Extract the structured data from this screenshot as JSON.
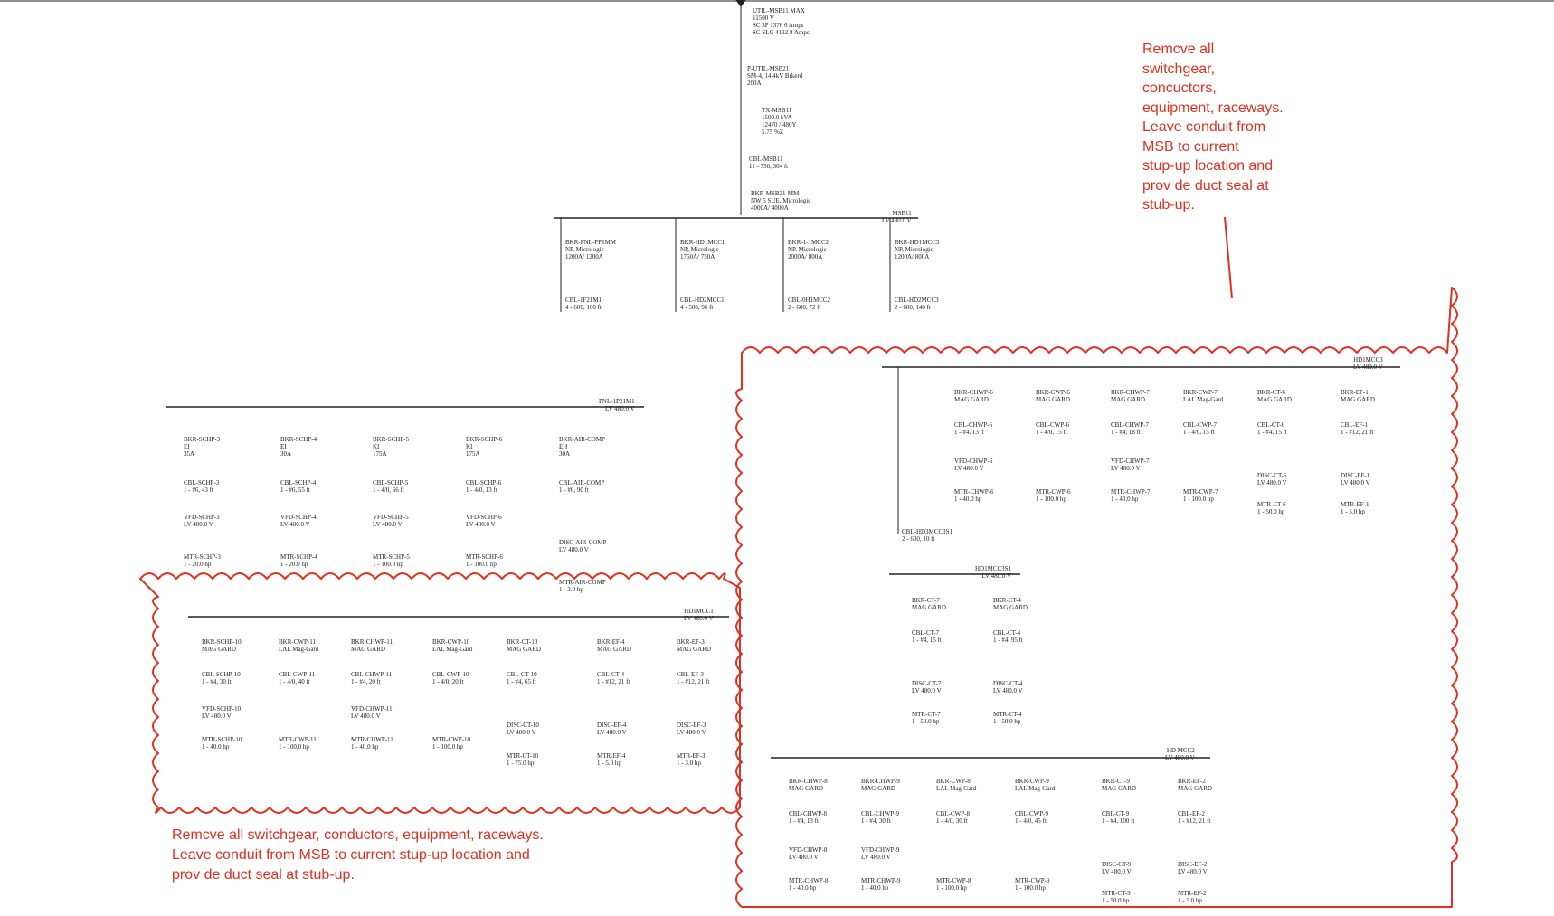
{
  "annotations": {
    "right_note": "Remcve all\nswitchgear,\nconcuctors,\nequipment, raceways.\nLeave conduit from\nMSB to current\nstup-up location and\nprov de duct seal at\nstub-up.",
    "bottom_note": "Remcve all switchgear, conductors, equipment, raceways.\nLeave conduit from MSB to current stup-up location and\nprov de duct seal at stub-up."
  },
  "colors": {
    "markup": "#e03020",
    "drawing": "#222222"
  },
  "top_feed": [
    "UTIL-MSB11 MAX\n11500 V\nSC 3P 1376 6 Amps\nSC SLG 4132 8 Amps",
    "P-UTIL-MSB21\nSM-4, 14.4kV Brkerd\n200A",
    "TX-MSB11\n1500.0 kVA\n12470 / 480Y\n5.75 %Z",
    "CBL-MSB11\n11 - 750, 304 ft",
    "BKR-MSB21-MM\nNW 5 SUE, Micrologic\n4000A/ 4000A"
  ],
  "main_bus": "MSB11\nLV 480.0 V",
  "main_feeders": [
    {
      "breaker": "BKR-FNL-PP1MM\nNP, Micrologic\n1200A/ 1200A",
      "cable": "CBL-1F21M1\n4 - 600, 160 ft"
    },
    {
      "breaker": "BKR-HD1MCC1\nNP, Micrologic\n1750A/ 750A",
      "cable": "CBL-HD2MCC1\n4 - 500, 96 ft"
    },
    {
      "breaker": "BKR-1-1MCC2\nNP, Micrologic\n2000A/ 800A",
      "cable": "CBL-0H1MCC2\n2 - 600, 72 ft"
    },
    {
      "breaker": "BKR-HD1MCC3\nNP, Micrologic\n1200A/ 800A",
      "cable": "CBL-HD2MCC3\n2 - 600, 140 ft"
    }
  ],
  "left_bus": "PNL-1P21M1\nLV 480.0 V",
  "left_loads": [
    {
      "breaker": "BKR-SCHP-3\nEI\n35A",
      "cable": "CBL-SCHP-3\n1 - #6, 43 ft",
      "vfd": "VFD-SCHP-3\nLV 480.0 V",
      "motor": "MTR-SCHP-3\n1 - 20.0 hp"
    },
    {
      "breaker": "BKR-SCHP-4\nEI\n30A",
      "cable": "CBL-SCHP-4\n1 - #6, 55 ft",
      "vfd": "VFD-SCHP-4\nLV 480.0 V",
      "motor": "MTR-SCHP-4\n1 - 20.0 hp"
    },
    {
      "breaker": "BKR-SCHP-5\nKI\n175A",
      "cable": "CBL-SCHP-5\n1 - 4/0, 66 ft",
      "vfd": "VFD-SCHP-5\nLV 480.0 V",
      "motor": "MTR-SCHP-5\n1 - 100.0 hp"
    },
    {
      "breaker": "BKR-SCHP-6\nKI\n175A",
      "cable": "CBL-SCHP-6\n1 - 4/0, 13 ft",
      "vfd": "VFD-SCHP-6\nLV 480.0 V",
      "motor": "MTR-SCHP-6\n1 - 100.0 hp"
    },
    {
      "breaker": "BKR-AIR-COMP\nEH\n30A",
      "cable": "CBL-AIR-COMP\n1 - #6, 90 ft",
      "vfd": "DISC-AIR-COMP\nLV 480.0 V",
      "motor": "MTR-AIR-COMP\n1 - 3.0 hp"
    }
  ],
  "right_top_bus": "HD1MCC3\nLV 480.0 V",
  "right_top_loads": [
    {
      "breaker": "BKR-CHWP-6\nMAG GARD",
      "cable": "CBL-CHWP-6\n1 - #4, 13 ft",
      "vfd": "VFD-CHWP-6\nLV 480.0 V",
      "motor": "MTR-CHWP-6\n1 - 40.0 hp"
    },
    {
      "breaker": "BKR-CWP-6\nMAG GARD",
      "cable": "CBL-CWP-6\n1 - 4/0, 15 ft",
      "vfd": "",
      "motor": "MTR-CWP-6\n1 - 100.0 hp"
    },
    {
      "breaker": "BKR-CHWP-7\nMAG GARD",
      "cable": "CBL-CHWP-7\n1 - #4, 18 ft",
      "vfd": "VFD-CHWP-7\nLV 480.0 V",
      "motor": "MTR-CHWP-7\n1 - 40.0 hp"
    },
    {
      "breaker": "BKR-CWP-7\nLAL Mag-Gard",
      "cable": "CBL-CWP-7\n1 - 4/0, 15 ft",
      "vfd": "",
      "motor": "MTR-CWP-7\n1 - 100.0 hp"
    },
    {
      "breaker": "BKR-CT-6\nMAG GARD",
      "cable": "CBL-CT-6\n1 - #4, 15 ft",
      "vfd": "DISC-CT-6\nLV 480.0 V",
      "motor": "MTR-CT-6\n1 - 50.0 hp"
    },
    {
      "breaker": "BKR-EF-1\nMAG GARD",
      "cable": "CBL-EF-1\n1 - #12, 21 ft",
      "vfd": "DISC-EF-1\nLV 480.0 V",
      "motor": "MTR-EF-1\n1 - 5.0 hp"
    }
  ],
  "tie_cable": "CBL-HD3MCC3S1\n2 - 600, 10 ft",
  "right_mid_bus": "HD1MCC3S1\nLV 480.0 V",
  "right_mid_loads": [
    {
      "breaker": "BKR-CT-7\nMAG GARD",
      "cable": "CBL-CT-7\n1 - #4, 15 ft",
      "vfd": "DISC-CT-7\nLV 480.0 V",
      "motor": "MTR-CT-7\n1 - 50.0 hp"
    },
    {
      "breaker": "BKR-CT-4\nMAG GARD",
      "cable": "CBL-CT-4\n1 - #4, 95 ft",
      "vfd": "DISC-CT-4\nLV 480.0 V",
      "motor": "MTR-CT-4\n1 - 50.0 hp"
    }
  ],
  "lower_bus": "HD1MCC1\nLV 480.0 V",
  "lower_loads": [
    {
      "breaker": "BKR-SCHP-10\nMAG GARD",
      "cable": "CBL-SCHP-10\n1 - #4, 30 ft",
      "vfd": "VFD-SCHP-10\nLV 480.0 V",
      "motor": "MTR-SCHP-10\n1 - 40.0 hp"
    },
    {
      "breaker": "BKR-CWP-11\nLAL Mag-Gard",
      "cable": "CBL-CWP-11\n1 - 4/0, 40 ft",
      "vfd": "",
      "motor": "MTR-CWP-11\n1 - 100.0 hp"
    },
    {
      "breaker": "BKR-CHWP-11\nMAG GARD",
      "cable": "CBL-CHWP-11\n1 - #4, 20 ft",
      "vfd": "VFD-CHWP-11\nLV 480.0 V",
      "motor": "MTR-CHWP-11\n1 - 40.0 hp"
    },
    {
      "breaker": "BKR-CWP-10\nLAL Mag-Gard",
      "cable": "CBL-CWP-10\n1 - 4/0, 20 ft",
      "vfd": "",
      "motor": "MTR-CWP-10\n1 - 100.0 hp"
    },
    {
      "breaker": "BKR-CT-10\nMAG GARD",
      "cable": "CBL-CT-10\n1 - #4, 65 ft",
      "vfd": "DISC-CT-10\nLV 480.0 V",
      "motor": "MTR-CT-10\n1 - 75.0 hp"
    },
    {
      "breaker": "BKR-EF-4\nMAG GARD",
      "cable": "CBL-CT-4\n1 - #12, 21 ft",
      "vfd": "DISC-EF-4\nLV 480.0 V",
      "motor": "MTR-EF-4\n1 - 5.0 hp"
    },
    {
      "breaker": "BKR-EF-3\nMAG GARD",
      "cable": "CBL-EF-3\n1 - #12, 21 ft",
      "vfd": "DISC-EF-3\nLV 480.0 V",
      "motor": "MTR-EF-3\n1 - 3.0 hp"
    }
  ],
  "bottom_right_bus": "HD MCC2\nLV 480.0 V",
  "bottom_right_loads": [
    {
      "breaker": "BKR-CHWP-8\nMAG GARD",
      "cable": "CBL-CHWP-8\n1 - #4, 13 ft",
      "vfd": "VFD-CHWP-8\nLV 480.0 V",
      "motor": "MTR-CHWP-8\n1 - 40.0 hp"
    },
    {
      "breaker": "BKR-CHWP-9\nMAG GARD",
      "cable": "CBL-CHWP-9\n1 - #4, 30 ft",
      "vfd": "VFD-CHWP-9\nLV 480.0 V",
      "motor": "MTR-CHWP-9\n1 - 40.0 hp"
    },
    {
      "breaker": "BKR-CWP-8\nLAL Mag-Gard",
      "cable": "CBL-CWP-8\n1 - 4/0, 30 ft",
      "vfd": "",
      "motor": "MTR-CWP-8\n1 - 100.0 hp"
    },
    {
      "breaker": "BKR-CWP-9\nLAL Mag-Gard",
      "cable": "CBL-CWP-9\n1 - 4/0, 45 ft",
      "vfd": "",
      "motor": "MTR-CWP-9\n1 - 100.0 hp"
    },
    {
      "breaker": "BKR-CT-9\nMAG GARD",
      "cable": "CBL-CT-9\n1 - #4, 100 ft",
      "vfd": "DISC-CT-9\nLV 480.0 V",
      "motor": "MTR-CT-9\n1 - 50.0 hp"
    },
    {
      "breaker": "BKR-EF-2\nMAG GARD",
      "cable": "CBL-EF-2\n1 - #12, 21 ft",
      "vfd": "DISC-EF-2\nLV 480.0 V",
      "motor": "MTR-EF-2\n1 - 5.0 hp"
    }
  ]
}
